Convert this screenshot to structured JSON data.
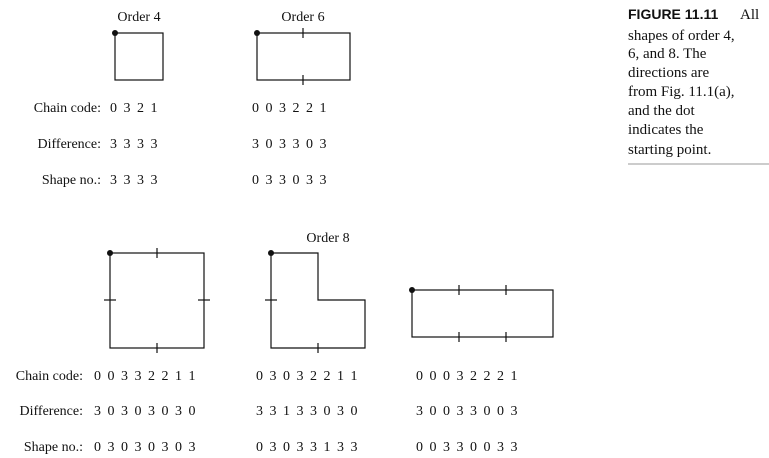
{
  "caption": {
    "label": "FIGURE 11.11",
    "lines": [
      "All",
      "shapes of order 4,",
      "6, and 8. The",
      "directions are",
      "from Fig. 11.1(a),",
      "and the dot",
      "indicates the",
      "starting point."
    ]
  },
  "row_labels": {
    "chain": "Chain code:",
    "difference": "Difference:",
    "shape": "Shape no.:"
  },
  "titles": {
    "order4": "Order 4",
    "order6": "Order 6",
    "order8": "Order 8"
  },
  "shapes": {
    "order4": {
      "chain": "0 3 2 1",
      "difference": "3 3 3 3",
      "shape": "3 3 3 3"
    },
    "order6": {
      "chain": "0 0 3 2 2 1",
      "difference": "3 0 3 3 0 3",
      "shape": "0 3 3 0 3 3"
    },
    "order8a": {
      "chain": "0 0 3 3 2 2 1 1",
      "difference": "3 0 3 0 3 0 3 0",
      "shape": "0 3 0 3 0 3 0 3"
    },
    "order8b": {
      "chain": "0 3 0 3 2 2 1 1",
      "difference": "3 3 1 3 3 0 3 0",
      "shape": "0 3 0 3 3 1 3 3"
    },
    "order8c": {
      "chain": "0 0 0 3 2 2 2 1",
      "difference": "3 0 0 3 3 0 0 3",
      "shape": "0 0 3 3 0 0 3 3"
    }
  }
}
